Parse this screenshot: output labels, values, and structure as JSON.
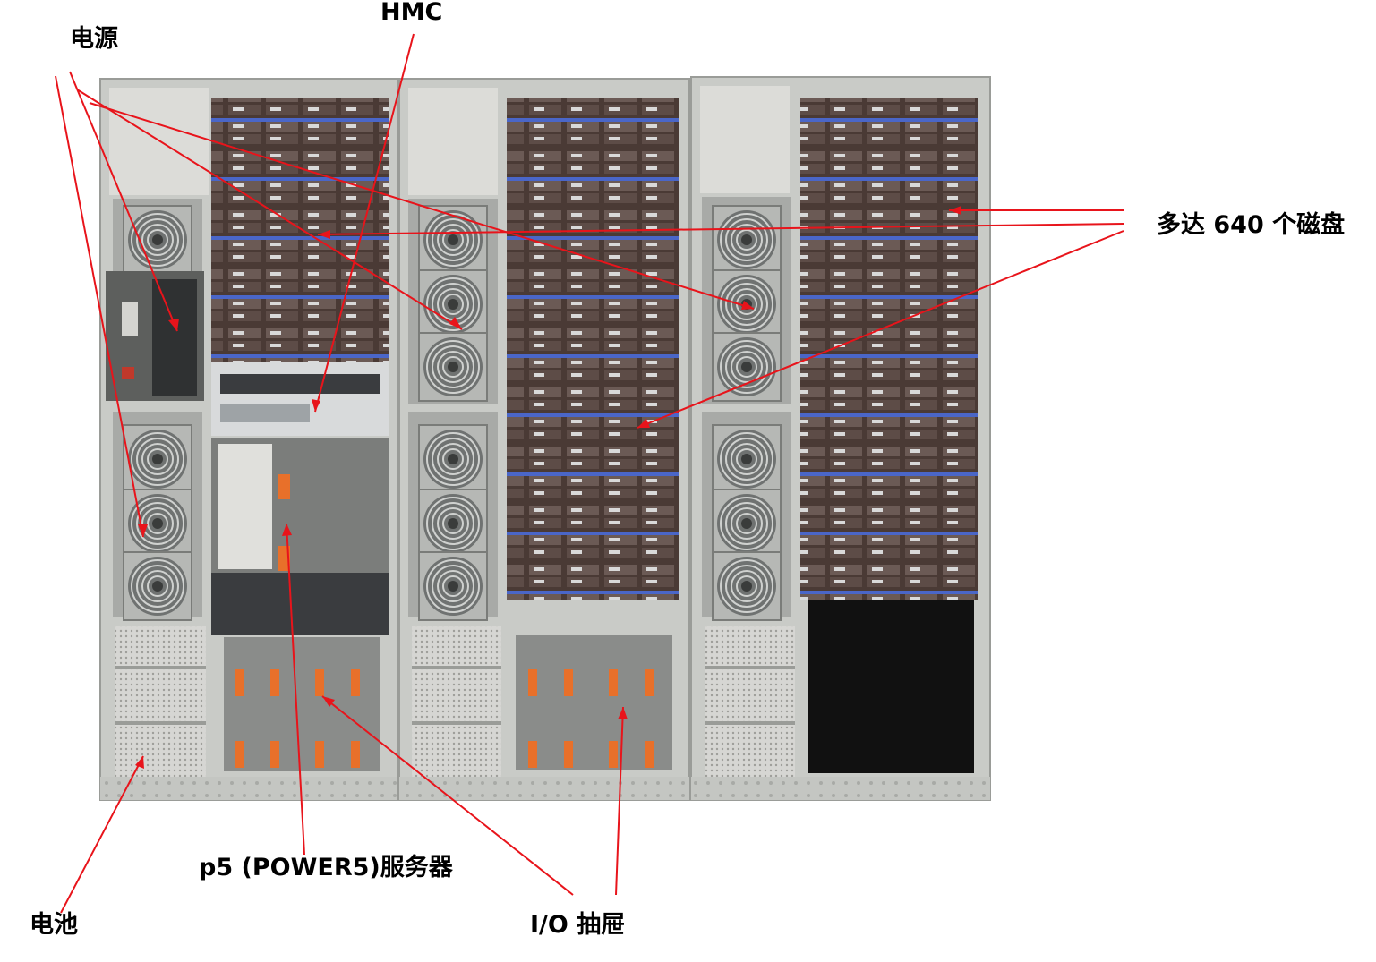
{
  "labels": {
    "power_supply": "电源",
    "hmc": "HMC",
    "disks": "多达 640 个磁盘",
    "server": "p5 (POWER5)服务器",
    "battery": "电池",
    "io_drawer": "I/O 抽屉"
  },
  "colors": {
    "callout_line": "#e8141b",
    "rack_frame": "#c9cbc7",
    "rack_interior": "#3a3c3f",
    "fan": "#8c8f8f",
    "disk_bay": "#4a3a35",
    "disk_bay_stripe": "#4a66c8",
    "io_drawer_accent": "#e8702a",
    "empty_bay": "#111111"
  }
}
